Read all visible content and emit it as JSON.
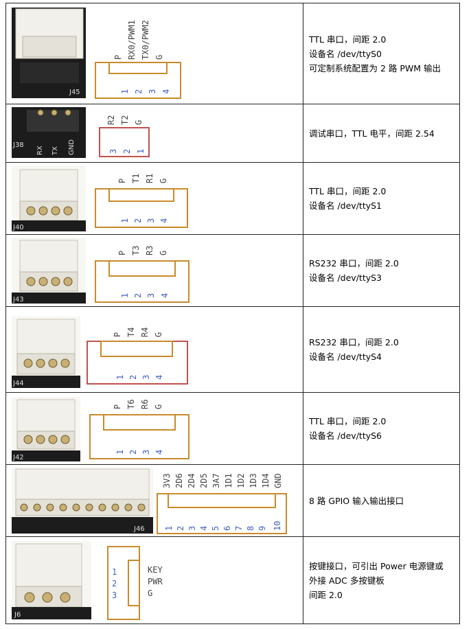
{
  "rows": [
    {
      "id": "j45",
      "photo_label": "J45",
      "signals": [
        "P",
        "RX0/PWM1",
        "TX0/PWM2",
        "G"
      ],
      "pins": [
        "1",
        "2",
        "3",
        "4"
      ],
      "desc": [
        "TTL 串口，间距 2.0",
        "设备名 /dev/ttyS0",
        "可定制系统配置为 2 路 PWM 输出"
      ]
    },
    {
      "id": "j38",
      "photo_label": "J38",
      "silk": [
        "RX",
        "TX",
        "GND"
      ],
      "signals": [
        "R2",
        "T2",
        "G"
      ],
      "pins": [
        "3",
        "2",
        "1"
      ],
      "desc": [
        "调试串口，TTL 电平，间距 2.54"
      ]
    },
    {
      "id": "j40",
      "photo_label": "J40",
      "signals": [
        "P",
        "T1",
        "R1",
        "G"
      ],
      "pins": [
        "1",
        "2",
        "3",
        "4"
      ],
      "desc": [
        "TTL 串口，间距 2.0",
        "设备名 /dev/ttyS1"
      ]
    },
    {
      "id": "j43",
      "photo_label": "J43",
      "signals": [
        "P",
        "T3",
        "R3",
        "G"
      ],
      "pins": [
        "1",
        "2",
        "3",
        "4"
      ],
      "desc": [
        "RS232 串口，间距 2.0",
        "设备名 /dev/ttyS3"
      ]
    },
    {
      "id": "j44",
      "photo_label": "J44",
      "signals": [
        "P",
        "T4",
        "R4",
        "G"
      ],
      "pins": [
        "1",
        "2",
        "3",
        "4"
      ],
      "desc": [
        "RS232 串口，间距 2.0",
        "设备名 /dev/ttyS4"
      ]
    },
    {
      "id": "j42",
      "photo_label": "J42",
      "signals": [
        "P",
        "T6",
        "R6",
        "G"
      ],
      "pins": [
        "1",
        "2",
        "3",
        "4"
      ],
      "desc": [
        "TTL 串口，间距 2.0",
        "设备名 /dev/ttyS6"
      ]
    },
    {
      "id": "j46",
      "photo_label": "J46",
      "signals": [
        "3V3",
        "2D6",
        "2D4",
        "2D5",
        "3A7",
        "1D1",
        "1D2",
        "1D3",
        "1D4",
        "GND"
      ],
      "pins": [
        "1",
        "2",
        "3",
        "4",
        "5",
        "6",
        "7",
        "8",
        "9",
        "10"
      ],
      "desc": [
        "8 路 GPIO 输入输出接口"
      ]
    },
    {
      "id": "j6",
      "photo_label": "J6",
      "signals": [
        "KEY",
        "PWR",
        "G"
      ],
      "pins": [
        "1",
        "2",
        "3"
      ],
      "desc": [
        "按键接口，可引出 Power 电源键或",
        "外接 ADC 多按键板",
        "间距 2.0"
      ]
    }
  ],
  "colors": {
    "outline": "#c88a2a",
    "outline_alt": "#c0504d",
    "pin_number": "#4060c0"
  }
}
